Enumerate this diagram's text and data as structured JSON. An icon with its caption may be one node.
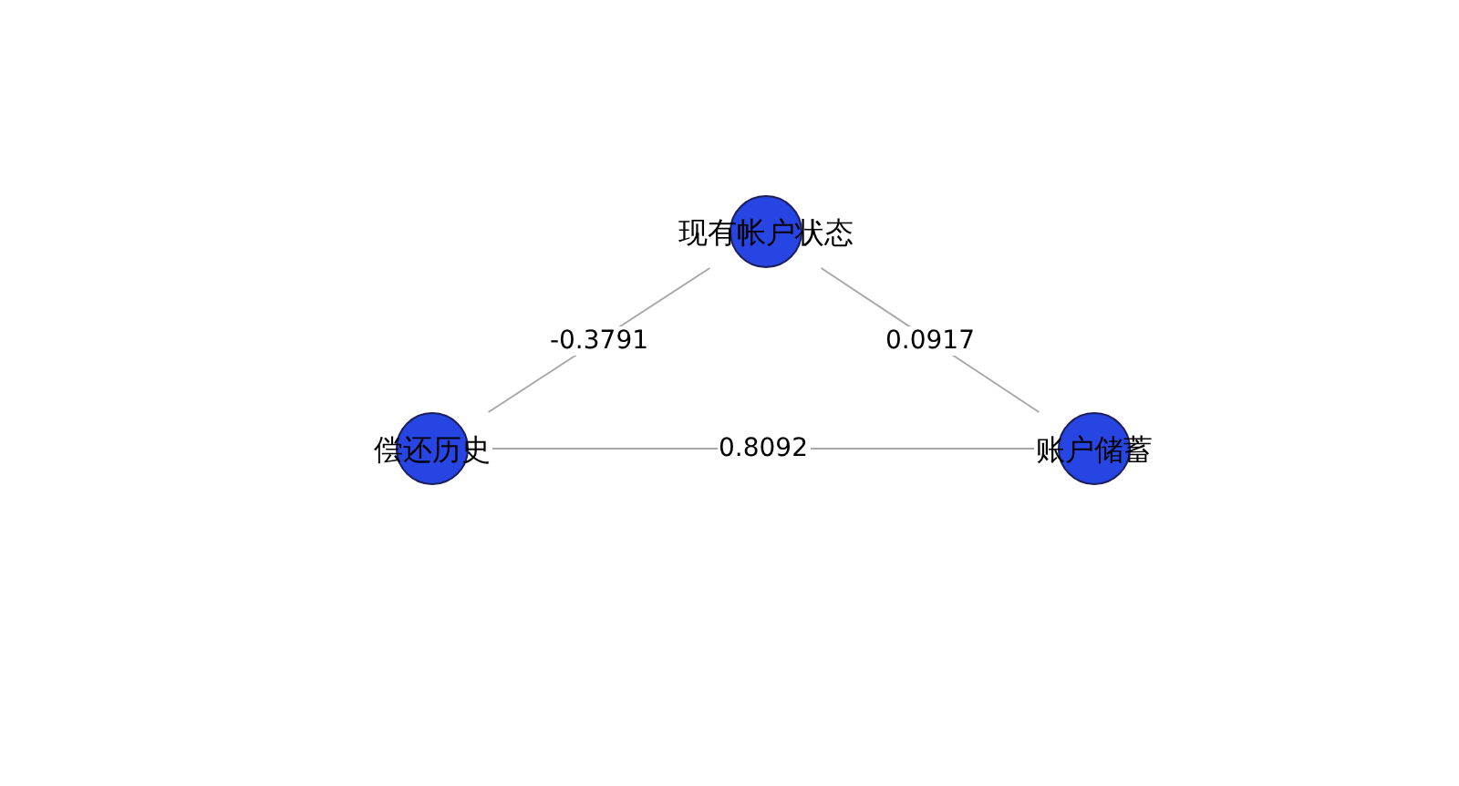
{
  "diagram": {
    "nodes": [
      {
        "text": [
          "现有帐户状态"
        ]
      },
      {
        "text": [
          "偿还历史"
        ]
      },
      {
        "text": [
          "账户储蓄"
        ]
      }
    ],
    "edges": [
      {
        "from": 0,
        "to": 1,
        "arrow": "none",
        "label": "-0.3791"
      },
      {
        "from": 0,
        "to": 2,
        "arrow": "none",
        "label": "0.0917"
      },
      {
        "from": 1,
        "to": 2,
        "arrow": "none",
        "label": "0.8092"
      }
    ]
  }
}
